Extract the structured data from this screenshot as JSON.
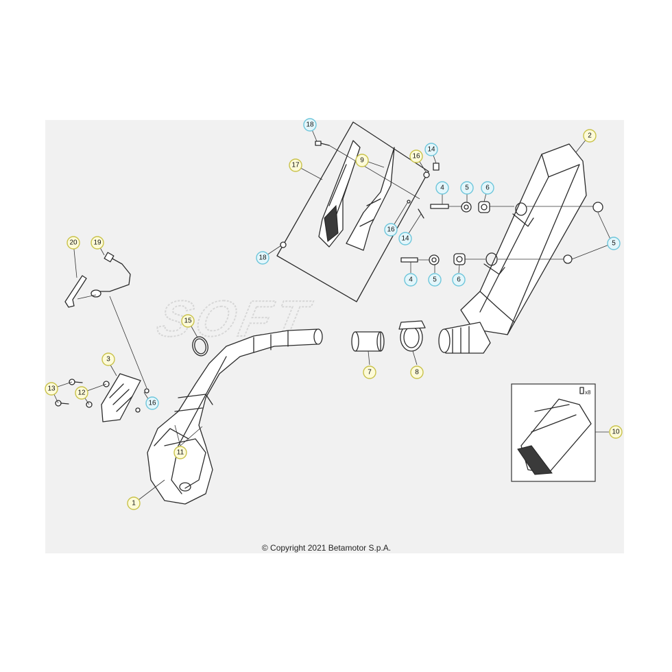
{
  "copyright": "© Copyright 2021 Betamotor S.p.A.",
  "watermark": "SOFT",
  "kit_quantity": "x8",
  "callouts": [
    {
      "label": "1",
      "style": "yellow"
    },
    {
      "label": "2",
      "style": "yellow"
    },
    {
      "label": "3",
      "style": "yellow"
    },
    {
      "label": "4",
      "style": "cyan"
    },
    {
      "label": "4",
      "style": "cyan"
    },
    {
      "label": "5",
      "style": "cyan"
    },
    {
      "label": "5",
      "style": "cyan"
    },
    {
      "label": "5",
      "style": "cyan"
    },
    {
      "label": "6",
      "style": "cyan"
    },
    {
      "label": "6",
      "style": "cyan"
    },
    {
      "label": "7",
      "style": "yellow"
    },
    {
      "label": "8",
      "style": "yellow"
    },
    {
      "label": "9",
      "style": "yellow"
    },
    {
      "label": "10",
      "style": "yellow"
    },
    {
      "label": "11",
      "style": "yellow"
    },
    {
      "label": "12",
      "style": "yellow"
    },
    {
      "label": "13",
      "style": "yellow"
    },
    {
      "label": "14",
      "style": "cyan"
    },
    {
      "label": "14",
      "style": "cyan"
    },
    {
      "label": "15",
      "style": "yellow"
    },
    {
      "label": "16",
      "style": "cyan"
    },
    {
      "label": "16",
      "style": "cyan"
    },
    {
      "label": "16",
      "style": "cyan"
    },
    {
      "label": "17",
      "style": "yellow"
    },
    {
      "label": "18",
      "style": "cyan"
    },
    {
      "label": "18",
      "style": "cyan"
    },
    {
      "label": "19",
      "style": "yellow"
    },
    {
      "label": "20",
      "style": "yellow"
    }
  ]
}
